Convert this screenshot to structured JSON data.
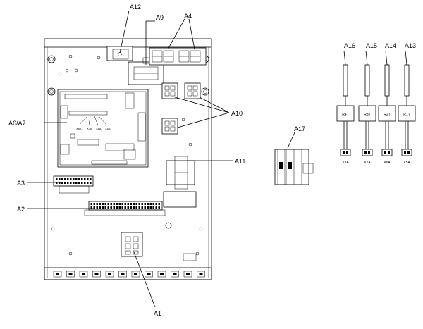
{
  "callouts": {
    "a12": "A12",
    "a9": "A9",
    "a4": "A4",
    "a6a7": "A6/A7",
    "a10": "A10",
    "a11": "A11",
    "a3": "A3",
    "a2": "A2",
    "a1": "A1",
    "a17": "A17",
    "a16": "A16",
    "a15": "A15",
    "a14": "A14",
    "a13": "A13"
  },
  "board_labels": [
    "X8A",
    "X7A",
    "X6A",
    "X5A"
  ],
  "sensors": [
    {
      "label": "R4T",
      "connector": "X8A"
    },
    {
      "label": "R3T",
      "connector": "X7A"
    },
    {
      "label": "R2T",
      "connector": "X6A"
    },
    {
      "label": "R1T",
      "connector": "X5A"
    }
  ]
}
